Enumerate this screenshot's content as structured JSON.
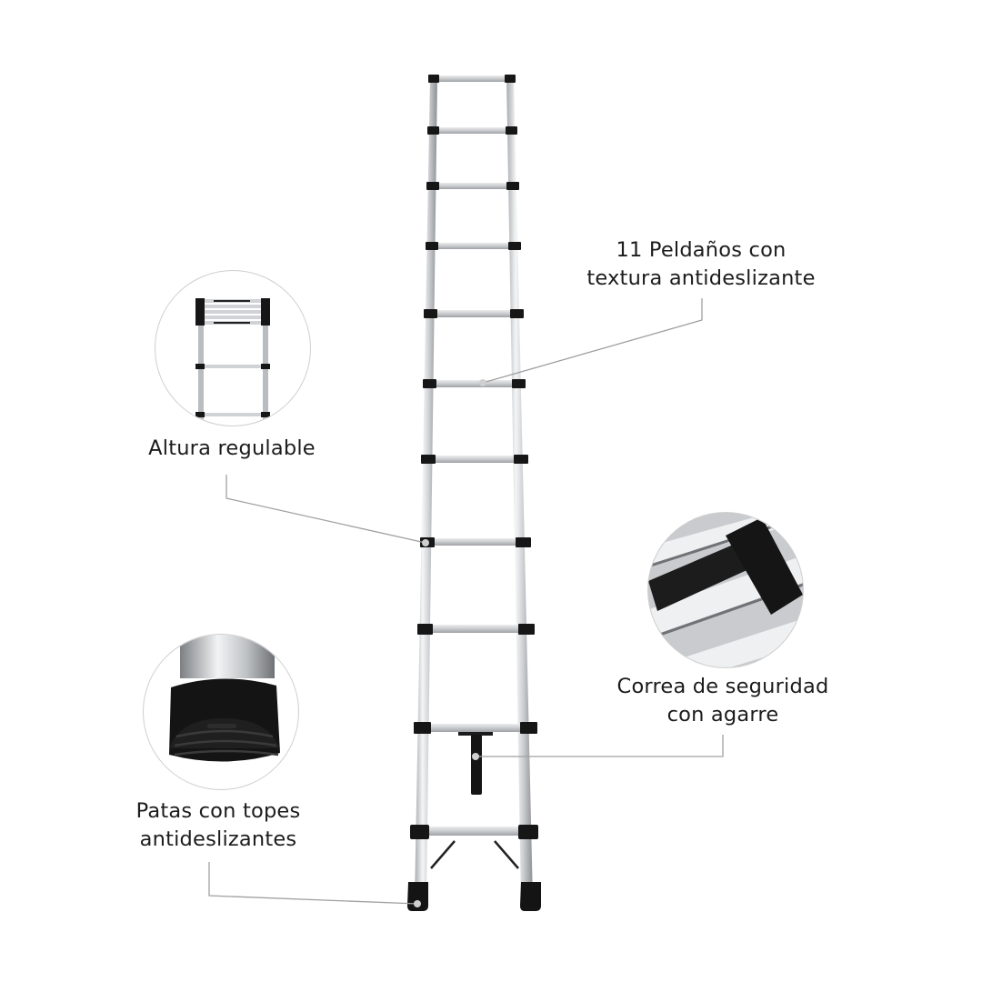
{
  "product": {
    "name": "Telescopic aluminium ladder",
    "rung_count": 11,
    "colors": {
      "background": "#ffffff",
      "aluminium": "#d9dadc",
      "aluminium_shade": "#9fa2a6",
      "black_parts": "#151515",
      "callout_line": "#9a9a9a"
    }
  },
  "callouts": [
    {
      "id": "rungs",
      "lines": [
        "11 Peldaños con",
        "textura antideslizante"
      ],
      "has_image": false
    },
    {
      "id": "height",
      "lines": [
        "Altura regulable"
      ],
      "has_image": true,
      "image_desc": "collapsed-ladder-detail"
    },
    {
      "id": "strap",
      "lines": [
        "Correa de seguridad",
        "con agarre"
      ],
      "has_image": true,
      "image_desc": "velcro-strap-detail"
    },
    {
      "id": "feet",
      "lines": [
        "Patas con topes",
        "antideslizantes"
      ],
      "has_image": true,
      "image_desc": "rubber-foot-detail"
    }
  ]
}
